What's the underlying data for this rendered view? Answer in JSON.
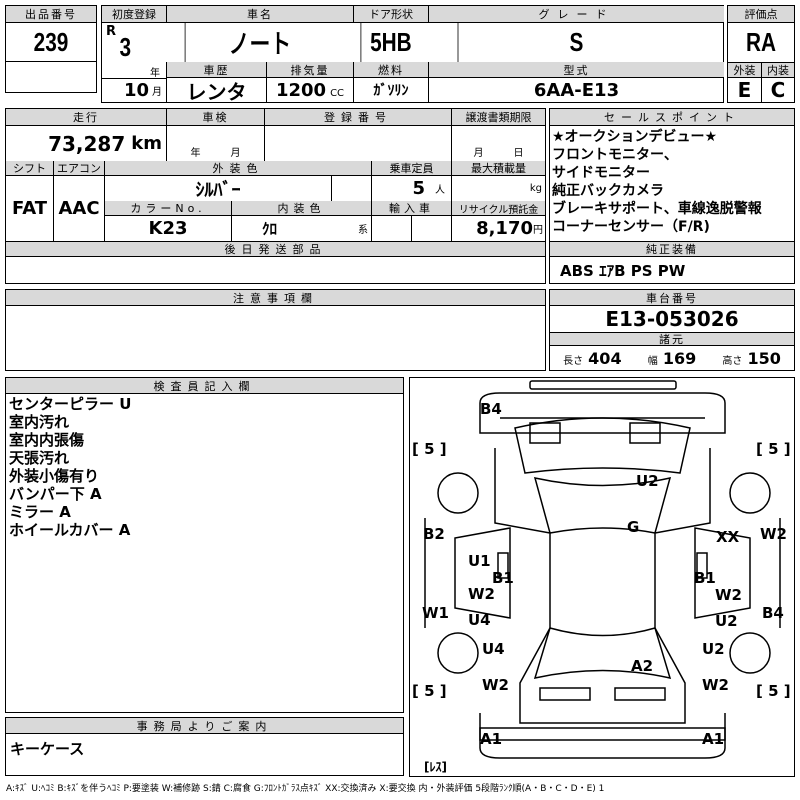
{
  "lot": {
    "label": "出品番号",
    "value": "239"
  },
  "first_reg": {
    "label": "初度登録",
    "era": "R",
    "year": "3",
    "year_unit": "年",
    "month": "10",
    "month_unit": "月"
  },
  "car_name": {
    "label": "車名",
    "value": "ノート"
  },
  "door": {
    "label": "ドア形状",
    "value": "5HB"
  },
  "grade": {
    "label": "グレード",
    "value": "S"
  },
  "score": {
    "label": "評価点",
    "value": "RA",
    "ext_label": "外装",
    "int_label": "内装",
    "ext": "E",
    "int": "C"
  },
  "history": {
    "label": "車歴",
    "value": "レンタ"
  },
  "displacement": {
    "label": "排気量",
    "value": "1200",
    "unit": "CC"
  },
  "fuel": {
    "label": "燃料",
    "value": "ｶﾞｿﾘﾝ"
  },
  "model": {
    "label": "型式",
    "value": "6AA-E13"
  },
  "mileage": {
    "label": "走行",
    "value": "73,287",
    "unit": "km"
  },
  "inspection": {
    "label": "車検",
    "year_unit": "年",
    "month_unit": "月"
  },
  "reg_no": {
    "label": "登録番号"
  },
  "transfer": {
    "label": "譲渡書類期限",
    "month_unit": "月",
    "day_unit": "日"
  },
  "shift": {
    "label": "シフト",
    "value": "FAT"
  },
  "aircon": {
    "label": "エアコン",
    "value": "AAC"
  },
  "ext_color": {
    "label": "外装色",
    "value": "ｼﾙﾊﾞｰ"
  },
  "capacity": {
    "label": "乗車定員",
    "value": "5",
    "unit": "人"
  },
  "max_load": {
    "label": "最大積載量",
    "unit": "kg"
  },
  "color_no": {
    "label": "カラーNo.",
    "value": "K23"
  },
  "int_color": {
    "label": "内装色",
    "value": "ｸﾛ",
    "unit": "系"
  },
  "import": {
    "label": "輸入車"
  },
  "recycle": {
    "label": "リサイクル預託金",
    "value": "8,170",
    "unit": "円"
  },
  "later_parts": {
    "label": "後日発送部品"
  },
  "sale_points": {
    "label": "セールスポイント",
    "lines": [
      "★オークションデビュー★",
      "フロントモニター、",
      "サイドモニター",
      "純正バックカメラ",
      "ブレーキサポート、車線逸脱警報",
      "コーナーセンサー（F/R)"
    ]
  },
  "equipment": {
    "label": "純正装備",
    "value": "ABS ｴｱB PS PW"
  },
  "notes": {
    "label": "注意事項欄"
  },
  "chassis": {
    "label": "車台番号",
    "value": "E13-053026"
  },
  "specs": {
    "label": "諸元",
    "length_label": "長さ",
    "length": "404",
    "width_label": "幅",
    "width": "169",
    "height_label": "高さ",
    "height": "150"
  },
  "inspector": {
    "label": "検査員記入欄",
    "lines": [
      "センターピラー U",
      "室内汚れ",
      "室内内張傷",
      "天張汚れ",
      "外装小傷有り",
      "バンパー下 A",
      "ミラー A",
      "ホイールカバー A"
    ]
  },
  "office": {
    "label": "事務局よりご案内",
    "value": "キーケース"
  },
  "diagram": {
    "marks": [
      "B4",
      "[ 5 ]",
      "[ 5 ]",
      "U2",
      "G",
      "B2",
      "XX",
      "W2",
      "U1",
      "B1",
      "B1",
      "W2",
      "W2",
      "W1",
      "U4",
      "U2",
      "B4",
      "U4",
      "U2",
      "A2",
      "[ 5 ]",
      "W2",
      "W2",
      "[ 5 ]",
      "A1",
      "A1",
      "[ﾚｽ]"
    ]
  },
  "legend": "A:ｷｽﾞ U:ﾍｺﾐ B:ｷｽﾞを伴うﾍｺﾐ P:要塗装 W:補修跡 S:錆 C:腐食 G:ﾌﾛﾝﾄｶﾞﾗｽ点ｷｽﾞ XX:交換済み X:要交換 内・外装評価 5段階ﾗﾝｸ順(A・B・C・D・E) 1"
}
